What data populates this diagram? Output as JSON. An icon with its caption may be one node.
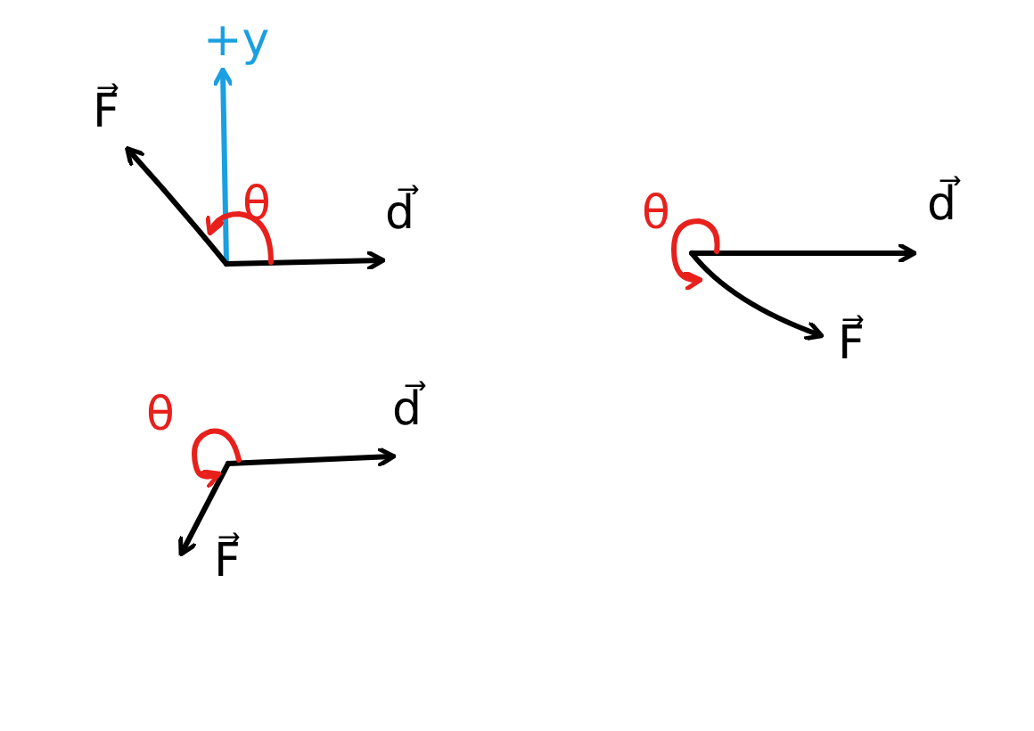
{
  "diagram": {
    "labels": [
      "+y",
      "F⃗",
      "θ",
      "d⃗",
      "θ",
      "d⃗",
      "F⃗",
      "θ",
      "d⃗",
      "F⃗"
    ]
  }
}
